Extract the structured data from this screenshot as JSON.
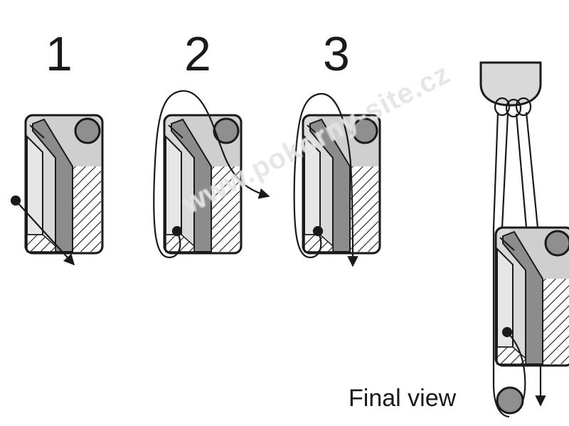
{
  "steps": [
    {
      "number": "1"
    },
    {
      "number": "2"
    },
    {
      "number": "3"
    }
  ],
  "final_label": "Final view",
  "watermark": "www.pokorny-site.cz",
  "colors": {
    "outline": "#1a1a1a",
    "light_gray": "#d9d9d9",
    "mid_gray": "#c8c8c8",
    "dark_gray": "#8c8c8c",
    "ball": "#8f8f8f"
  }
}
